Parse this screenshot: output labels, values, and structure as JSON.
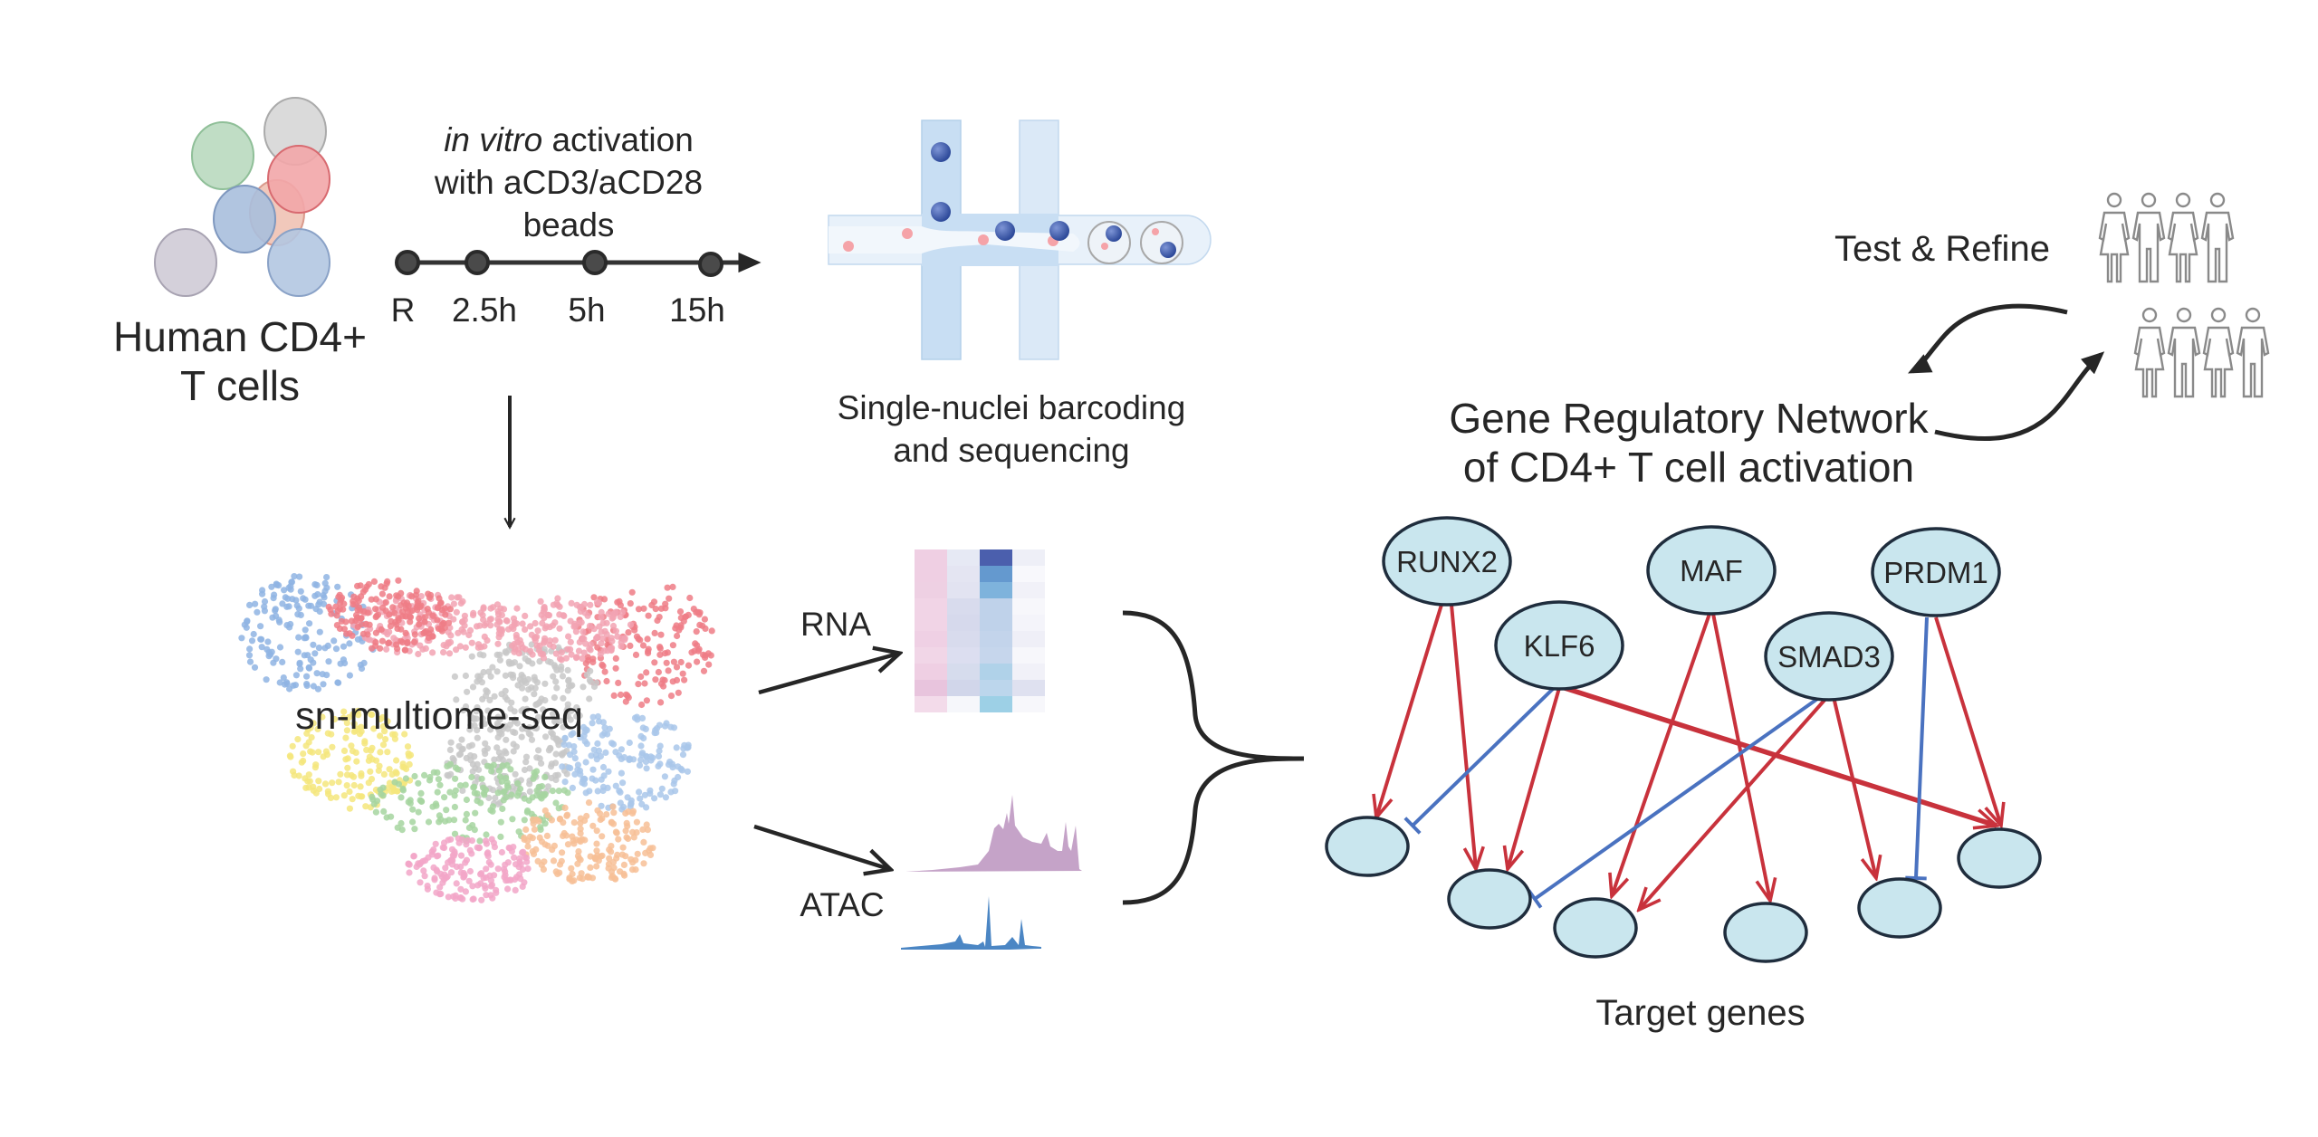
{
  "cells": {
    "title_line1": "Human CD4+",
    "title_line2": "T cells",
    "colors": [
      "#b9d9bf",
      "#d6d6d6",
      "#f2a6a8",
      "#f0c2b4",
      "#a9bfdd",
      "#cfcbd6",
      "#b3c6e1"
    ]
  },
  "activation": {
    "line1_italic": "in vitro",
    "line1_rest": " activation",
    "line2": "with aCD3/aCD28",
    "line3": "beads",
    "timepoints": [
      "R",
      "2.5h",
      "5h",
      "15h"
    ]
  },
  "barcoding": {
    "line1": "Single-nuclei barcoding",
    "line2": "and sequencing"
  },
  "umap": {
    "label": "sn-multiome-seq",
    "cluster_colors": [
      "#8fb4e3",
      "#ee7d86",
      "#f2a3b3",
      "#c8c8c8",
      "#f4e67c",
      "#a6d5a0",
      "#f7bf97",
      "#f2a6c8",
      "#a9c7ea"
    ]
  },
  "modalities": {
    "rna_label": "RNA",
    "atac_label": "ATAC"
  },
  "grn": {
    "title_line1": "Gene Regulatory Network",
    "title_line2": "of CD4+ T cell activation",
    "regulators": [
      "RUNX2",
      "KLF6",
      "MAF",
      "SMAD3",
      "PRDM1"
    ],
    "targets_label": "Target genes",
    "activation_color": "#c8323c",
    "repression_color": "#4a72c0",
    "node_fill": "#c9e6ee",
    "node_stroke": "#1f2d3d"
  },
  "loop": {
    "label": "Test & Refine"
  }
}
